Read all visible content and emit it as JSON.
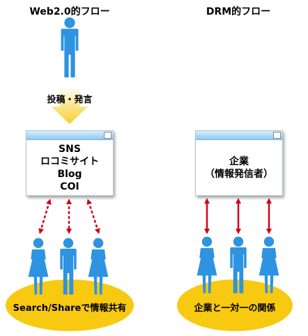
{
  "left": {
    "title": "Web2.0的フロー",
    "arrow_label": "投稿・発言",
    "window_lines": [
      "SNS",
      "ロコミサイト",
      "Blog",
      "COI"
    ],
    "ellipse_label": "Search/Shareで情報共有"
  },
  "right": {
    "title": "DRM的フロー",
    "window_lines": [
      "企業",
      "（情報発信者）"
    ],
    "ellipse_label": "企業と一対一の関係"
  },
  "colors": {
    "person": "#2e93e0",
    "ellipse": "#f7c911",
    "arrow_red": "#d0021b",
    "down_arrow": "#f8d64a"
  }
}
